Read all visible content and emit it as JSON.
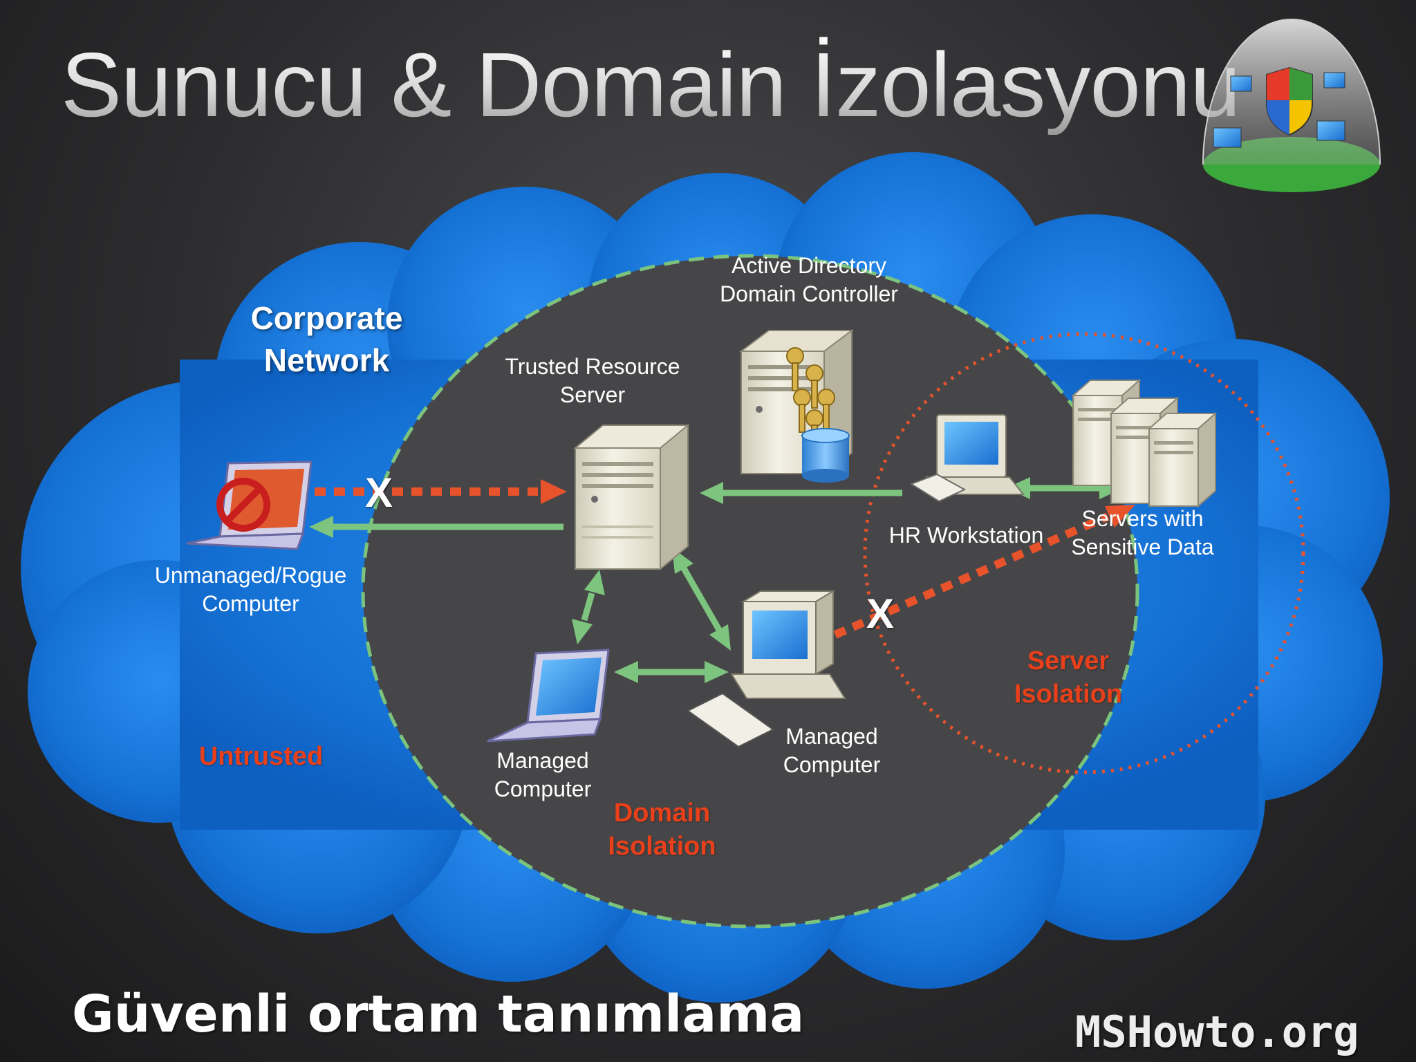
{
  "slide": {
    "title": "Sunucu & Domain İzolasyonu",
    "caption": "Güvenli ortam tanımlama",
    "watermark": "MSHowto.org"
  },
  "diagram": {
    "network_label": "Corporate Network",
    "untrusted_label": "Untrusted",
    "domain_isolation_label": "Domain Isolation",
    "server_isolation_label": "Server Isolation",
    "nodes": {
      "domain_controller": "Active Directory Domain Controller",
      "trusted_server": "Trusted Resource Server",
      "rogue_computer": "Unmanaged/Rogue Computer",
      "hr_workstation": "HR Workstation",
      "sensitive_servers": "Servers with Sensitive Data",
      "managed_laptop": "Managed Computer",
      "managed_desktop": "Managed Computer"
    },
    "blocked_mark": "X"
  },
  "colors": {
    "cloud": "#1e78dc",
    "domain_zone": "#444446",
    "trusted_arrow": "#7dc47e",
    "blocked_arrow": "#e8532b",
    "label_red": "#e8401a"
  }
}
